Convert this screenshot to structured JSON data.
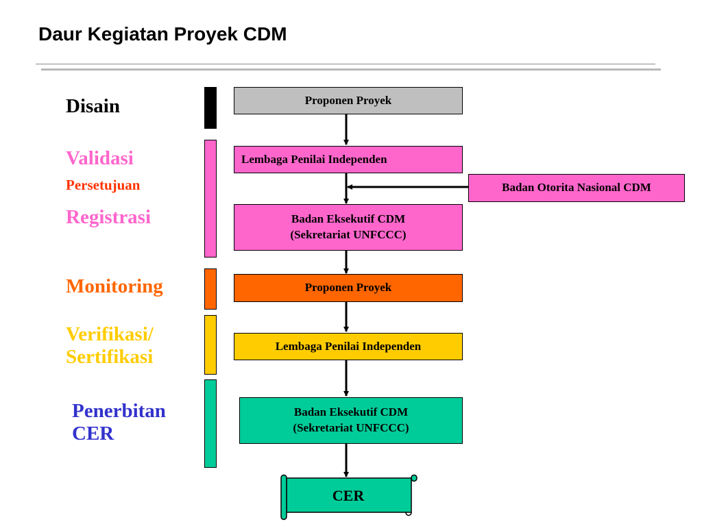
{
  "title": "Daur Kegiatan Proyek CDM",
  "stages": {
    "disain": "Disain",
    "validasi": "Validasi",
    "persetujuan": "Persetujuan",
    "registrasi": "Registrasi",
    "monitoring": "Monitoring",
    "verifikasi_line1": "Verifikasi/",
    "verifikasi_line2": "Sertifikasi",
    "penerbitan_line1": "Penerbitan",
    "penerbitan_line2": "CER"
  },
  "boxes": {
    "proponen_1": "Proponen Proyek",
    "lembaga_1": "Lembaga Penilai Independen",
    "otorita": "Badan Otorita Nasional CDM",
    "eksekutif_1_line1": "Badan Eksekutif CDM",
    "eksekutif_1_line2": "(Sekretariat UNFCCC)",
    "proponen_2": "Proponen Proyek",
    "lembaga_2": "Lembaga Penilai Independen",
    "eksekutif_2_line1": "Badan Eksekutif CDM",
    "eksekutif_2_line2": "(Sekretariat UNFCCC)",
    "cer": "CER"
  },
  "colors": {
    "gray": "#bfbfbf",
    "pink": "#ff66cc",
    "orange": "#ff6600",
    "yellow": "#ffcc00",
    "green": "#00cc99",
    "blue": "#3333cc",
    "red": "#ff3300",
    "black": "#000000"
  }
}
